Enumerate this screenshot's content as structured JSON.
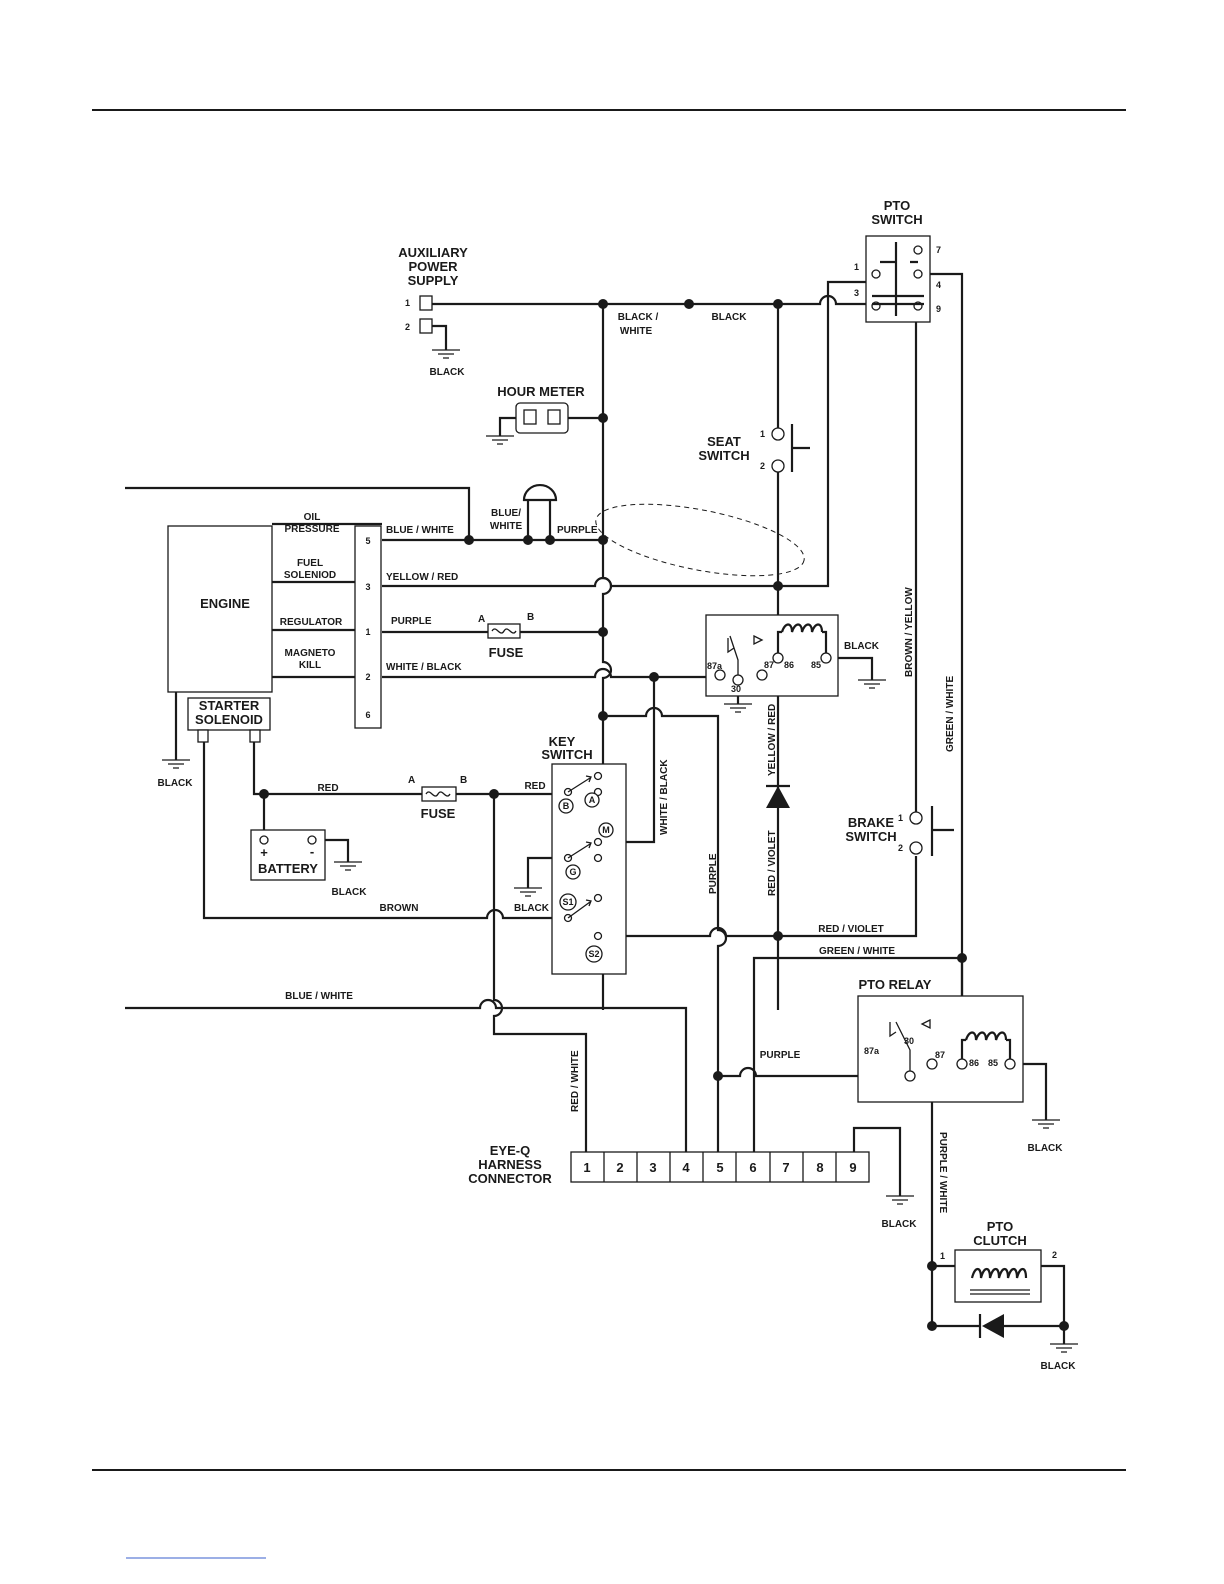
{
  "components": {
    "aux_power": {
      "title": [
        "AUXILIARY",
        "POWER",
        "SUPPLY"
      ],
      "pins": [
        "1",
        "2"
      ]
    },
    "hour_meter": {
      "title": "HOUR METER"
    },
    "pto_switch": {
      "title": [
        "PTO",
        "SWITCH"
      ],
      "pins": [
        "1",
        "3",
        "7",
        "4",
        "9"
      ]
    },
    "seat_switch": {
      "title": [
        "SEAT",
        "SWITCH"
      ],
      "pins": [
        "1",
        "2"
      ]
    },
    "engine": {
      "title": "ENGINE",
      "functions": [
        [
          "OIL",
          "PRESSURE"
        ],
        [
          "FUEL",
          "SOLENIOD"
        ],
        [
          "REGULATOR"
        ],
        [
          "MAGNETO",
          "KILL"
        ]
      ]
    },
    "engine_connector": {
      "pins": [
        "5",
        "3",
        "1",
        "2",
        "6"
      ]
    },
    "starter_solenoid": {
      "title": [
        "STARTER",
        "SOLENOID"
      ]
    },
    "fuse_top": {
      "title": "FUSE",
      "ends": [
        "A",
        "B"
      ]
    },
    "fuse_bottom": {
      "title": "FUSE",
      "ends": [
        "A",
        "B"
      ]
    },
    "battery": {
      "title": "BATTERY",
      "plus": "+",
      "minus": "-"
    },
    "key_switch": {
      "title": [
        "KEY",
        "SWITCH"
      ],
      "positions": [
        "B",
        "A",
        "M",
        "G",
        "S1",
        "S2"
      ]
    },
    "main_relay": {
      "pins": [
        "87a",
        "30",
        "87",
        "86",
        "85"
      ]
    },
    "brake_switch": {
      "title": [
        "BRAKE",
        "SWITCH"
      ],
      "pins": [
        "1",
        "2"
      ]
    },
    "pto_relay": {
      "title": "PTO RELAY",
      "pins": [
        "87a",
        "30",
        "87",
        "86",
        "85"
      ]
    },
    "eyeq": {
      "title": [
        "EYE-Q",
        "HARNESS",
        "CONNECTOR"
      ],
      "pins": [
        "1",
        "2",
        "3",
        "4",
        "5",
        "6",
        "7",
        "8",
        "9"
      ]
    },
    "pto_clutch": {
      "title": [
        "PTO",
        "CLUTCH"
      ],
      "pins": [
        "1",
        "2"
      ]
    }
  },
  "wire_labels": {
    "black": "BLACK",
    "black_white": [
      "BLACK /",
      "WHITE"
    ],
    "blue_white": "BLUE / WHITE",
    "blue_white_split": [
      "BLUE/",
      "WHITE"
    ],
    "purple": "PURPLE",
    "yellow_red": "YELLOW / RED",
    "white_black": "WHITE / BLACK",
    "red": "RED",
    "brown": "BROWN",
    "brown_yellow": "BROWN / YELLOW",
    "green_white": "GREEN / WHITE",
    "yellow_red_vertical": "YELLOW / RED",
    "red_violet": "RED / VIOLET",
    "red_white": "RED / WHITE",
    "purple_white": "PURPLE / WHITE"
  }
}
